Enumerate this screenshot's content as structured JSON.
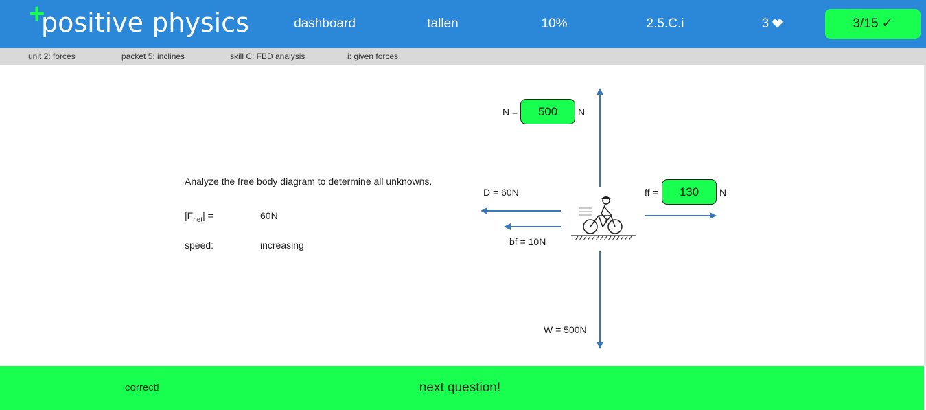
{
  "header": {
    "logo_plus": "+",
    "logo_text": "positive physics",
    "nav_dashboard": "dashboard",
    "nav_user": "tallen",
    "nav_progress": "10%",
    "nav_skill": "2.5.C.i",
    "lives": "3",
    "lives_icon": "heart-icon",
    "question_progress": "3/15 ✓"
  },
  "breadcrumb": {
    "unit": "unit 2: forces",
    "packet": "packet 5: inclines",
    "skill": "skill C: FBD analysis",
    "level": "i: given forces"
  },
  "problem": {
    "prompt": "Analyze the free body diagram to determine all unknowns.",
    "fnet_label_pre": "|F",
    "fnet_label_sub": "net",
    "fnet_label_post": "| =",
    "fnet_value": "60N",
    "speed_label": "speed:",
    "speed_value": "increasing"
  },
  "diagram": {
    "normal_label": "N =",
    "normal_answer": "500",
    "normal_unit": "N",
    "drag_label": "D = 60N",
    "braking_label": "bf = 10N",
    "friction_label": "ff =",
    "friction_answer": "130",
    "friction_unit": "N",
    "weight_label": "W = 500N",
    "object_icon": "cyclist-icon",
    "arrow_color": "#3b78b8"
  },
  "footer": {
    "status": "correct!",
    "next_label": "next question!"
  },
  "colors": {
    "header_bg": "#2b87d8",
    "accent_green": "#19ff50",
    "crumb_bg": "#d9d9d9"
  }
}
